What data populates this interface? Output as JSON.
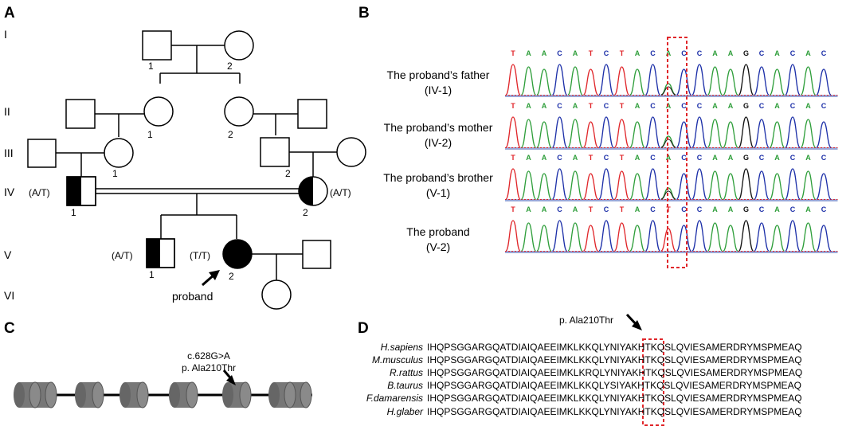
{
  "panels": {
    "a": "A",
    "b": "B",
    "c": "C",
    "d": "D"
  },
  "pedigree": {
    "generations": [
      "I",
      "II",
      "III",
      "IV",
      "V",
      "VI"
    ],
    "numbers": {
      "i1": "1",
      "i2": "2",
      "ii1": "1",
      "ii2": "2",
      "iii1": "1",
      "iii2": "2",
      "iv1": "1",
      "iv2": "2",
      "v1": "1",
      "v2": "2"
    },
    "genotypes": {
      "iv1": "(A/T)",
      "iv2": "(A/T)",
      "v1": "(A/T)",
      "v2": "(T/T)"
    },
    "proband_label": "proband"
  },
  "sequencing": {
    "rows": [
      {
        "line1": "The proband’s father",
        "line2": "(IV-1)",
        "bases": [
          "T",
          "A",
          "A",
          "C",
          "A",
          "T",
          "C",
          "T",
          "A",
          "C",
          "A",
          "C",
          "C",
          "A",
          "A",
          "G",
          "C",
          "A",
          "C",
          "A",
          "C"
        ]
      },
      {
        "line1": "The proband’s mother",
        "line2": "(IV-2)",
        "bases": [
          "T",
          "A",
          "A",
          "C",
          "A",
          "T",
          "C",
          "T",
          "A",
          "C",
          "A",
          "C",
          "C",
          "A",
          "A",
          "G",
          "C",
          "A",
          "C",
          "A",
          "C"
        ]
      },
      {
        "line1": "The proband’s brother",
        "line2": "(V-1)",
        "bases": [
          "T",
          "A",
          "A",
          "C",
          "A",
          "T",
          "C",
          "T",
          "A",
          "C",
          "A",
          "C",
          "C",
          "A",
          "A",
          "G",
          "C",
          "A",
          "C",
          "A",
          "C"
        ]
      },
      {
        "line1": "The proband",
        "line2": "(V-2)",
        "bases": [
          "T",
          "A",
          "A",
          "C",
          "A",
          "T",
          "C",
          "T",
          "A",
          "C",
          "T",
          "C",
          "C",
          "A",
          "A",
          "G",
          "C",
          "A",
          "C",
          "A",
          "C"
        ]
      }
    ],
    "base_colors": {
      "A": "#2e9e3a",
      "T": "#e0262a",
      "C": "#1c2fa8",
      "G": "#111111"
    }
  },
  "gene": {
    "mutation_line1": "c.628G>A",
    "mutation_line2": "p. Ala210Thr"
  },
  "alignment": {
    "annotation": "p. Ala210Thr",
    "rows": [
      {
        "species": "H.sapiens",
        "pre": "IHQPSGGARGQATDIAIQAEEIMKLKKQLYNI",
        "mid": "YAK",
        "post": "HTKQSLQVIESAMERDRYMSPMEAQ"
      },
      {
        "species": "M.musculus",
        "pre": "IHQPSGGARGQATDIAIQAEEIMKLKKQLYNI",
        "mid": "YAK",
        "post": "HTKQSLQVIESAMERDRYMSPMEAQ"
      },
      {
        "species": "R.rattus",
        "pre": "IHQPSGGARGQATDIAIQAEEIMKLKRQLYNI",
        "mid": "YAK",
        "post": "HTKQSLQVIESAMERDRYMSPMEAQ"
      },
      {
        "species": "B.taurus",
        "pre": "IHQPSGGARGQATDIAIQAEEIMKLKKQLYSI",
        "mid": "YAK",
        "post": "HTKQSLQVIESAMERDRYMSPMEAQ"
      },
      {
        "species": "F.damarensis",
        "pre": "IHQPSGGARGQATDIAIQAEEIMKLKKQLYNI",
        "mid": "YAK",
        "post": "HTKQSLQVIESAMERDRYMSPMEAQ"
      },
      {
        "species": "H.glaber",
        "pre": "IHQPSGGARGQATDIAIQAEEIMKLKKQLYNI",
        "mid": "YAK",
        "post": "HTKQSLQVIESAMERDRYMSPMEAQ"
      }
    ]
  },
  "colors": {
    "highlight_box": "#e0262a",
    "trace_blue": "#1c2fa8",
    "trace_green": "#2e9e3a",
    "trace_red": "#e0262a",
    "trace_black": "#222222"
  }
}
